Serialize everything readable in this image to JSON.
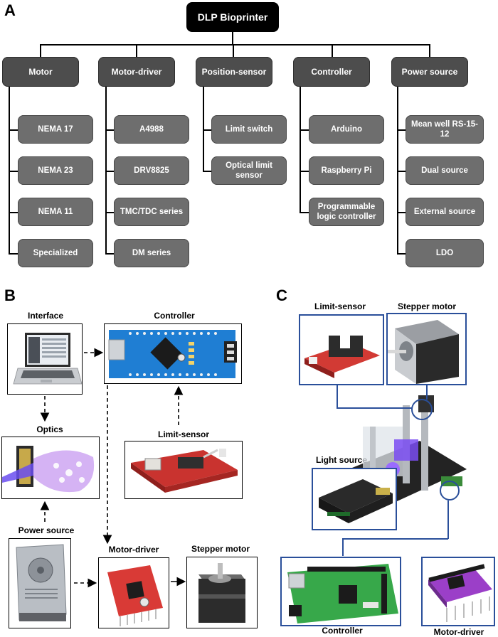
{
  "panels": {
    "a": "A",
    "b": "B",
    "c": "C"
  },
  "tree": {
    "root": "DLP Bioprinter",
    "categories": [
      {
        "label": "Motor",
        "items": [
          "NEMA 17",
          "NEMA 23",
          "NEMA 11",
          "Specialized"
        ]
      },
      {
        "label": "Motor-driver",
        "items": [
          "A4988",
          "DRV8825",
          "TMC/TDC series",
          "DM series"
        ]
      },
      {
        "label": "Position-sensor",
        "items": [
          "Limit switch",
          "Optical limit sensor"
        ]
      },
      {
        "label": "Controller",
        "items": [
          "Arduino",
          "Raspberry Pi",
          "Programmable logic controller"
        ]
      },
      {
        "label": "Power source",
        "items": [
          "Mean well RS-15-12",
          "Dual source",
          "External source",
          "LDO"
        ]
      }
    ]
  },
  "panel_b": {
    "interface": "Interface",
    "controller": "Controller",
    "optics": "Optics",
    "limit_sensor": "Limit-sensor",
    "power_source": "Power source",
    "motor_driver": "Motor-driver",
    "stepper_motor": "Stepper motor"
  },
  "panel_c": {
    "limit_sensor": "Limit-sensor",
    "stepper_motor": "Stepper motor",
    "light_source": "Light source",
    "controller": "Controller",
    "motor_driver": "Motor-driver"
  }
}
